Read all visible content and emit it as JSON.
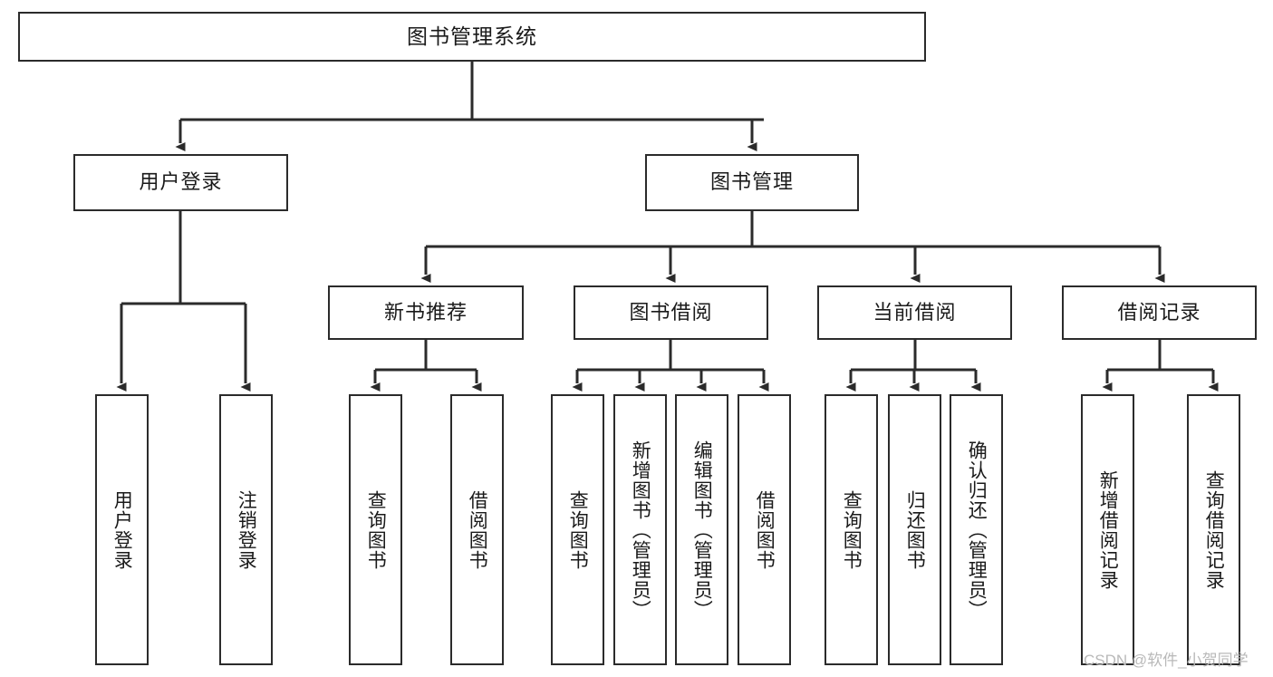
{
  "diagram": {
    "type": "tree-hierarchy",
    "title": "图书管理系统",
    "watermark": "CSDN @软件_小贺同学",
    "colors": {
      "stroke": "#2b2b2b",
      "fill": "#ffffff",
      "text": "#1a1a1a",
      "watermark": "#b9b9b9"
    },
    "nodes": {
      "root": {
        "label": "图书管理系统"
      },
      "level1": [
        {
          "id": "user-login",
          "label": "用户登录"
        },
        {
          "id": "book-management",
          "label": "图书管理"
        }
      ],
      "level2": [
        {
          "id": "new-book-recommend",
          "label": "新书推荐"
        },
        {
          "id": "book-borrow",
          "label": "图书借阅"
        },
        {
          "id": "current-borrow",
          "label": "当前借阅"
        },
        {
          "id": "borrow-record",
          "label": "借阅记录"
        }
      ],
      "leaves": {
        "user_login": [
          {
            "id": "leaf-user-login",
            "label": "用户登录"
          },
          {
            "id": "leaf-logout-login",
            "label": "注销登录"
          }
        ],
        "new_book_recommend": [
          {
            "id": "leaf-query-book-1",
            "label": "查询图书"
          },
          {
            "id": "leaf-borrow-book-1",
            "label": "借阅图书"
          }
        ],
        "book_borrow": [
          {
            "id": "leaf-query-book-2",
            "label": "查询图书"
          },
          {
            "id": "leaf-add-book",
            "label": "新增图书（管理员）"
          },
          {
            "id": "leaf-edit-book",
            "label": "编辑图书（管理员）"
          },
          {
            "id": "leaf-borrow-book-2",
            "label": "借阅图书"
          }
        ],
        "current_borrow": [
          {
            "id": "leaf-query-book-3",
            "label": "查询图书"
          },
          {
            "id": "leaf-return-book",
            "label": "归还图书"
          },
          {
            "id": "leaf-confirm-return",
            "label": "确认归还（管理员）"
          }
        ],
        "borrow_record": [
          {
            "id": "leaf-add-record",
            "label": "新增借阅记录"
          },
          {
            "id": "leaf-query-record",
            "label": "查询借阅记录"
          }
        ]
      }
    }
  }
}
